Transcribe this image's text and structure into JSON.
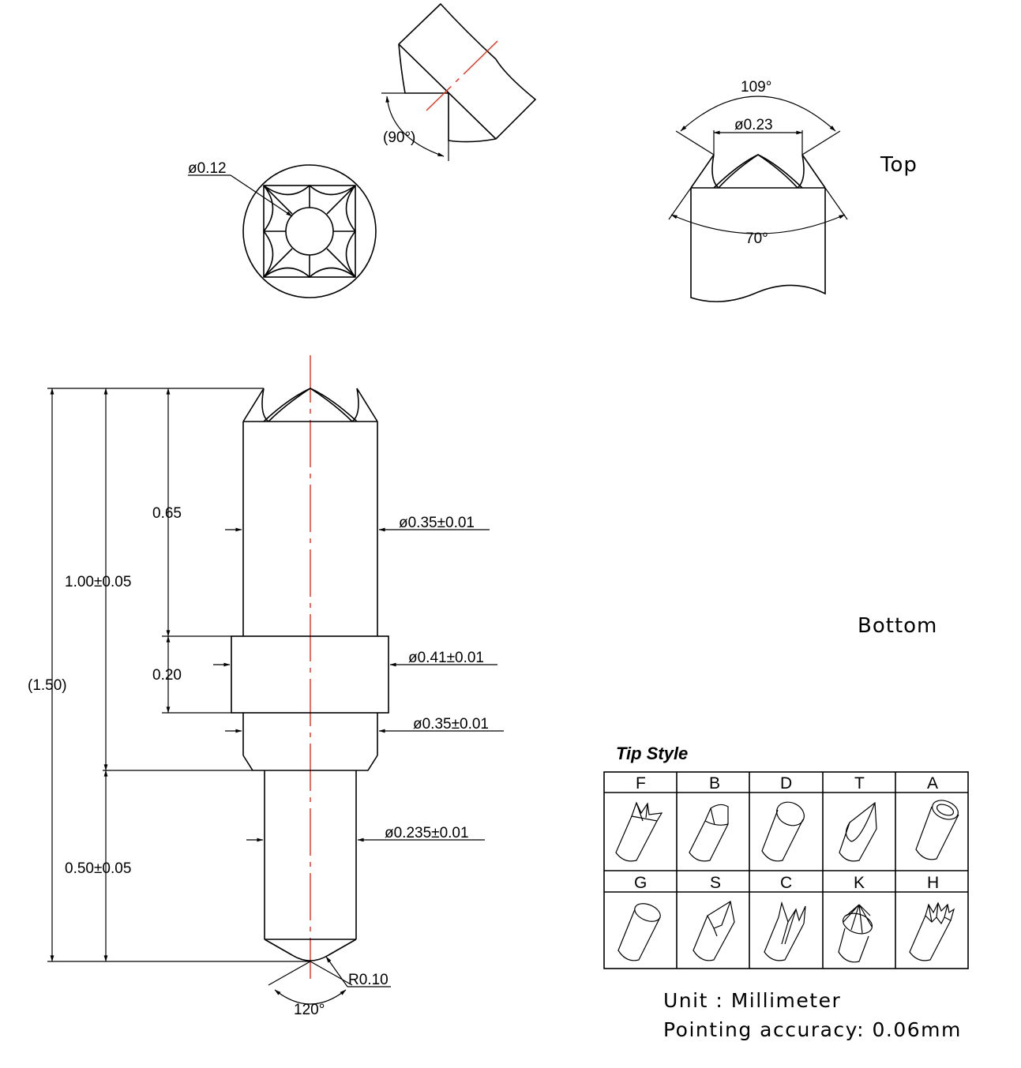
{
  "views": {
    "top_label": "Top",
    "bottom_label": "Bottom"
  },
  "tip_detail": {
    "angle_top": "(90°)",
    "hole_dia": "ø0.12",
    "crown_angle": "109°",
    "crown_dia": "ø0.23",
    "chamfer_angle": "70°"
  },
  "main_view": {
    "dims": {
      "overall": "(1.50)",
      "upper_length": "1.00±0.05",
      "tip_length": "0.65",
      "collar_length": "0.20",
      "lower_length": "0.50±0.05"
    },
    "diameters": {
      "upper": "ø0.35±0.01",
      "collar": "ø0.41±0.01",
      "below_collar": "ø0.35±0.01",
      "lower": "ø0.235±0.01"
    },
    "bottom": {
      "radius": "R0.10",
      "angle": "120°"
    }
  },
  "tip_style": {
    "title": "Tip Style",
    "rows": [
      [
        "F",
        "B",
        "D",
        "T",
        "A"
      ],
      [
        "G",
        "S",
        "C",
        "K",
        "H"
      ]
    ]
  },
  "notes": {
    "unit": "Unit  :  Millimeter",
    "accuracy": "Pointing  accuracy:  0.06mm"
  }
}
